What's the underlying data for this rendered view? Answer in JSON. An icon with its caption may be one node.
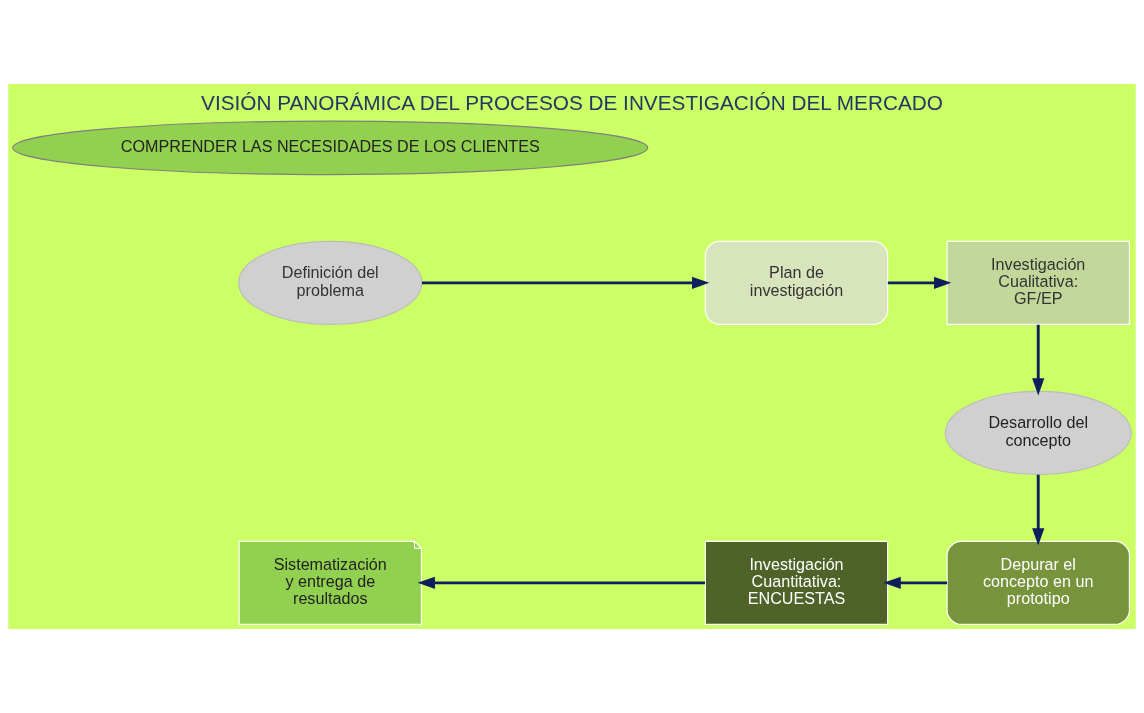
{
  "diagram": {
    "title": "VISIÓN PANORÁMICA DEL PROCESOS DE INVESTIGACIÓN DEL MERCADO",
    "nodes": [
      {
        "text": [
          "Definición del problema"
        ]
      },
      {
        "text": [
          "Plan de investigación"
        ]
      },
      {
        "text": [
          "Investigación Cualitativa: GF/EP"
        ]
      },
      {
        "text": [
          "Desarrollo del concepto"
        ]
      },
      {
        "text": [
          "Depurar el concepto en un prototipo"
        ]
      },
      {
        "text": [
          "Investigación Cuantitativa: ENCUESTAS"
        ]
      },
      {
        "text": [
          "Sistematización y entrega de resultados"
        ]
      },
      {
        "text": [
          "COMPRENDER LAS NECESIDADES DE LOS CLIENTES"
        ]
      }
    ],
    "edges": [
      {
        "from": 0,
        "to": 1,
        "arrow": "to"
      },
      {
        "from": 1,
        "to": 2,
        "arrow": "to"
      },
      {
        "from": 2,
        "to": 3,
        "arrow": "to"
      },
      {
        "from": 3,
        "to": 4,
        "arrow": "to"
      },
      {
        "from": 4,
        "to": 5,
        "arrow": "to"
      },
      {
        "from": 5,
        "to": 6,
        "arrow": "to"
      }
    ]
  }
}
